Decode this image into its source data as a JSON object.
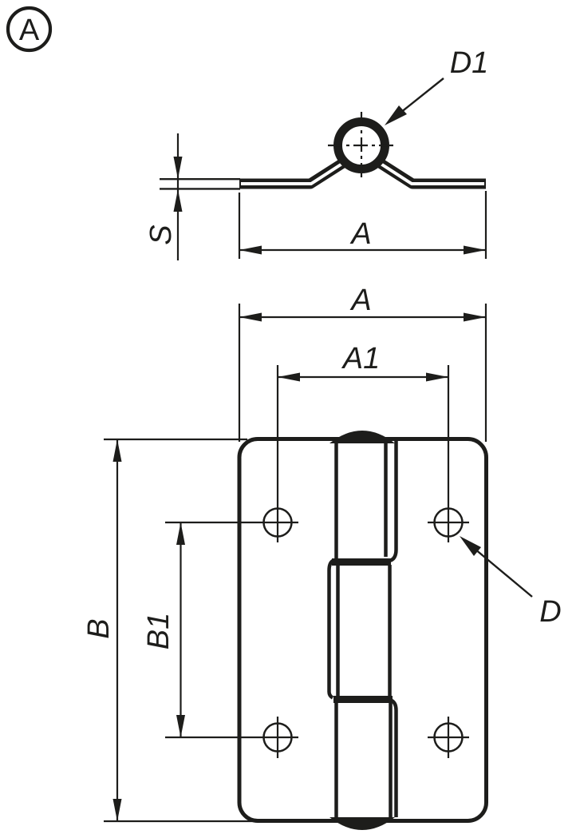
{
  "drawing": {
    "view_marker": "A",
    "colors": {
      "line": "#1d1d1b",
      "background": "#ffffff"
    },
    "section_view": {
      "labels": {
        "pin_bore_diameter": "D1",
        "width": "A",
        "material_thickness": "S"
      }
    },
    "front_view": {
      "labels": {
        "width": "A",
        "hole_pitch_horizontal": "A1",
        "height": "B",
        "hole_pitch_vertical": "B1",
        "mounting_hole_diameter": "D"
      }
    }
  }
}
